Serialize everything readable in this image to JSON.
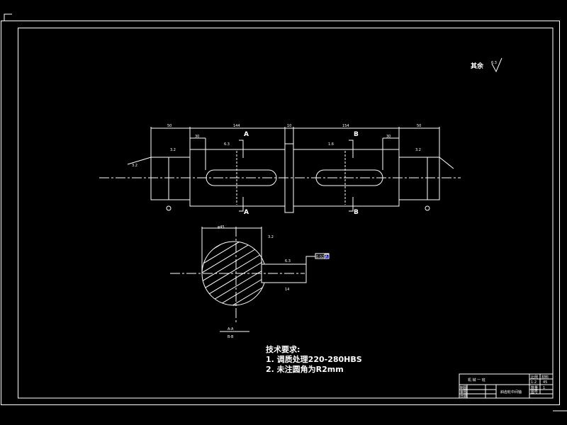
{
  "drawing": {
    "other_roughness_label": "其余",
    "other_roughness_value": "6.3",
    "section_a_label": "A",
    "section_b_label": "B",
    "section_view_label": "A-A",
    "section_view_label_2": "B-B",
    "dimensions_top": [
      "50",
      "144",
      "10",
      "154",
      "50"
    ],
    "dimensions_key": [
      "30",
      "30"
    ],
    "roughness_values": [
      "3.2",
      "6.3",
      "1.6",
      "3.2",
      "3.2"
    ],
    "section_dims": [
      "φ45",
      "14",
      "6.3",
      "3.2"
    ],
    "tolerance_frame": "0.02 A"
  },
  "notes": {
    "title": "技术要求:",
    "items": [
      "1. 调质处理220-280HBS",
      "2. 未注圆角为R2mm"
    ]
  },
  "title_block": {
    "school": "机 械 一 班",
    "part_name": "斜齿轮中间轴",
    "cells": [
      "比例",
      "1:2",
      "材料",
      "45",
      "制图",
      "审核",
      "日期",
      "数量",
      "1",
      "图号"
    ]
  },
  "colors": {
    "background": "#000000",
    "lines": "#ffffff",
    "marker": "#0000aa"
  }
}
